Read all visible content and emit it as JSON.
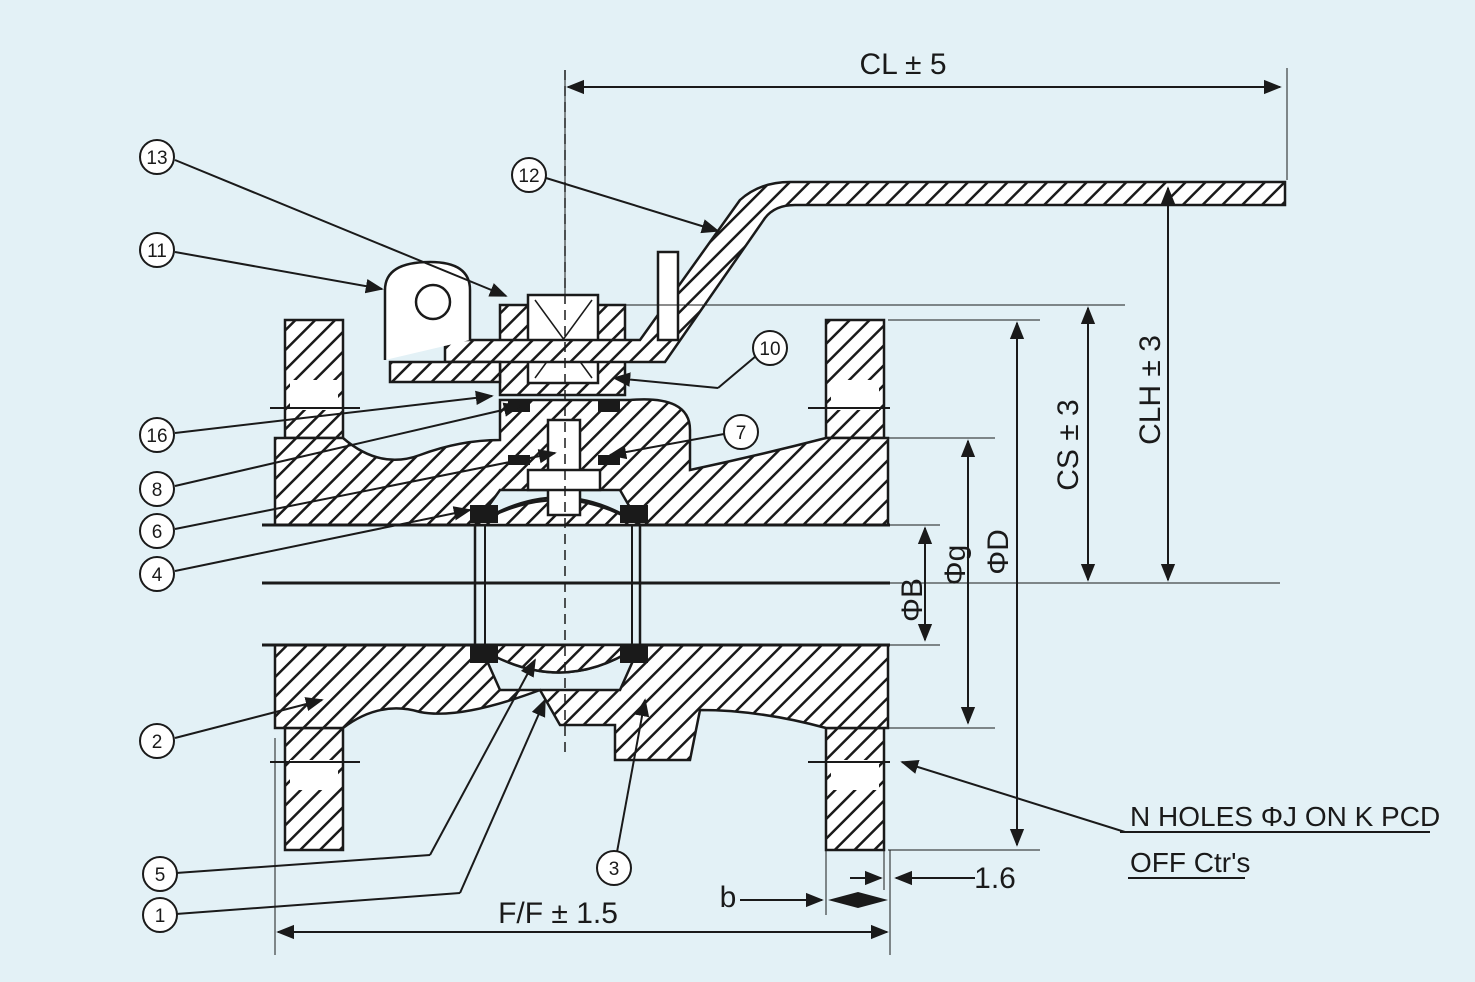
{
  "dimensions": {
    "cl": "CL ± 5",
    "clh": "CLH ± 3",
    "cs": "CS ± 3",
    "ff": "F/F ± 1.5",
    "dia_g": "Φg",
    "dia_d": "ΦD",
    "dia_b": "ΦB",
    "b": "b",
    "raised_face": "1.6"
  },
  "notes": {
    "holes_line1": "N HOLES  ΦJ  ON  K  PCD",
    "holes_line2": "OFF  Ctr's"
  },
  "balloons": [
    "13",
    "11",
    "12",
    "10",
    "16",
    "7",
    "8",
    "6",
    "4",
    "2",
    "5",
    "1",
    "3"
  ],
  "colors": {
    "background": "#e3f1f6",
    "ink": "#1a1a1a"
  }
}
